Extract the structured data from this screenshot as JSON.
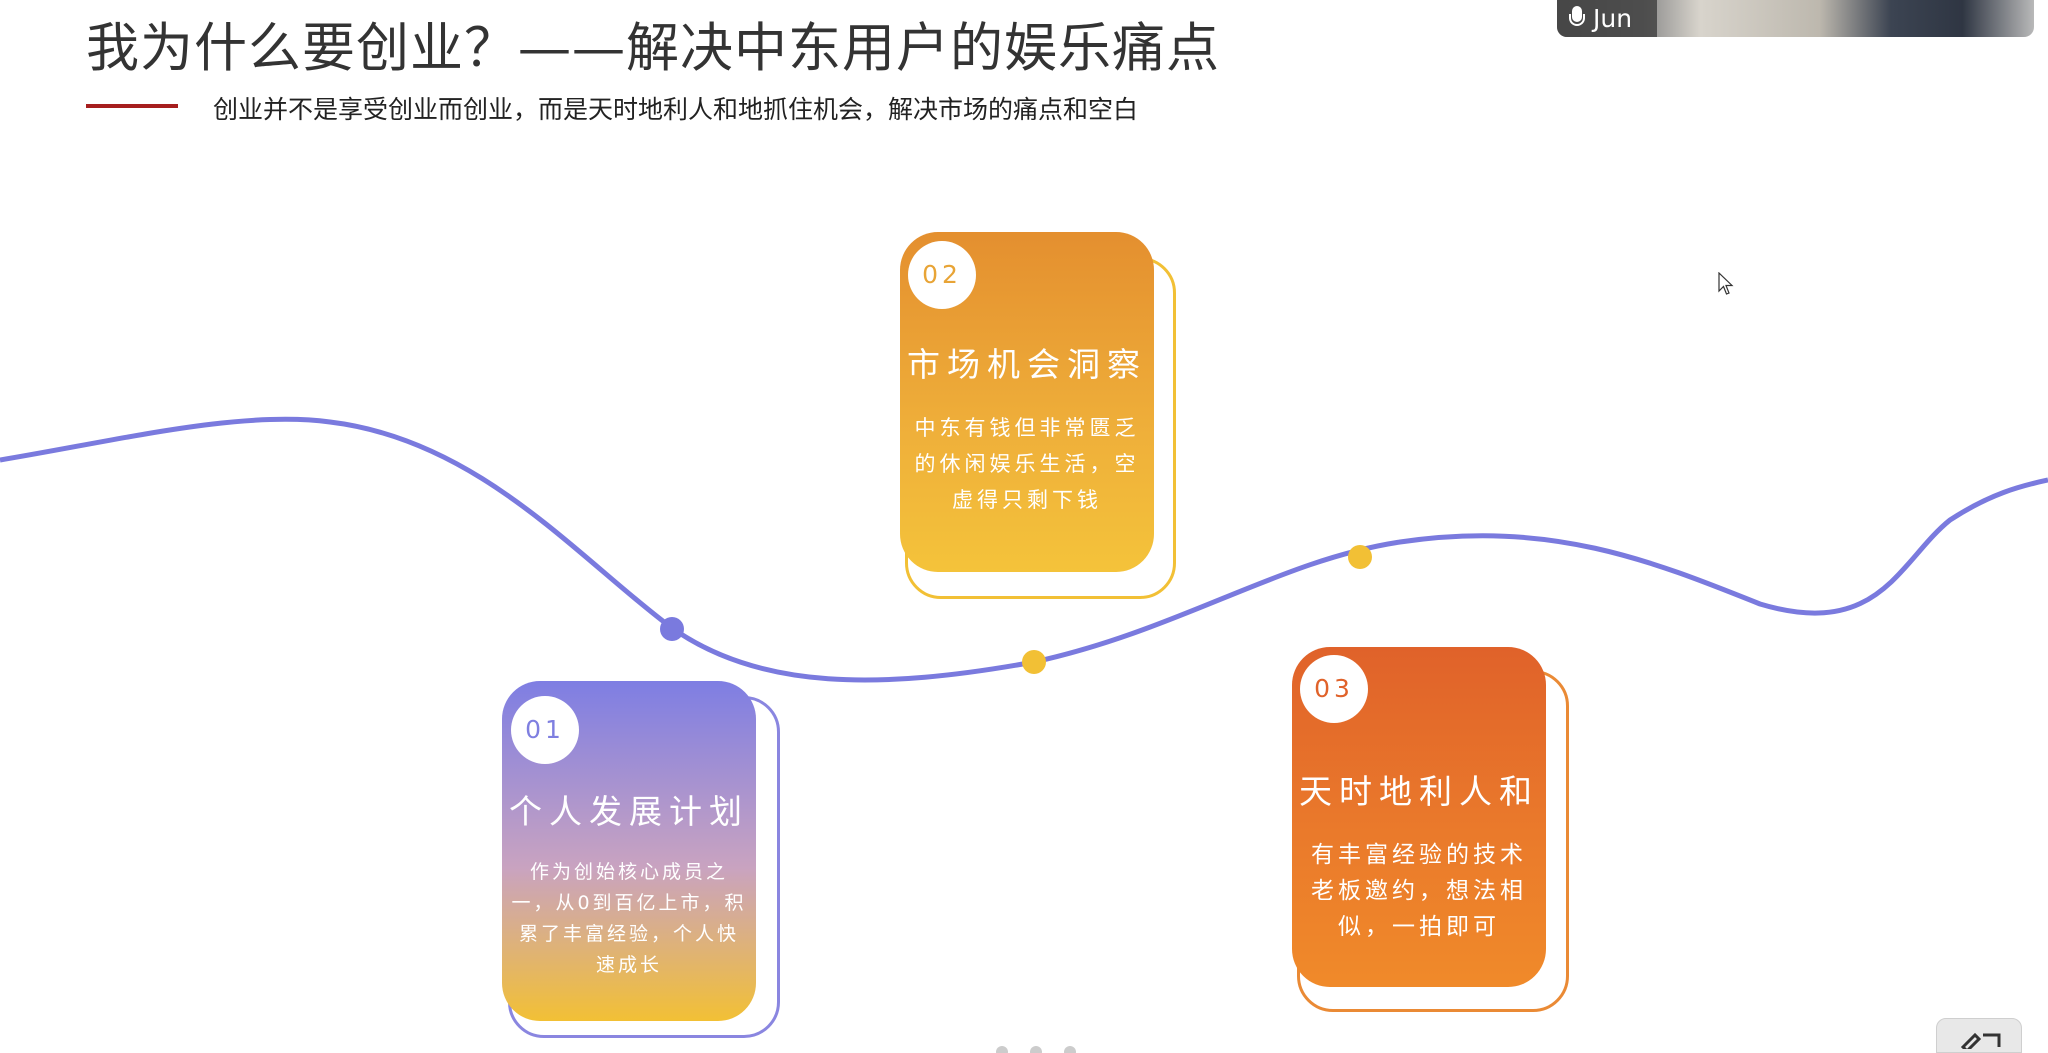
{
  "slide": {
    "title": "我为什么要创业？——解决中东用户的娱乐痛点",
    "subtitle": "创业并不是享受创业而创业，而是天时地利人和地抓住机会，解决市场的痛点和空白"
  },
  "cards": [
    {
      "number": "01",
      "title": "个人发展计划",
      "body": "作为创始核心成员之一，从0到百亿上市，积累了丰富经验，个人快速成长",
      "accent": "#7f7fe0"
    },
    {
      "number": "02",
      "title": "市场机会洞察",
      "body": "中东有钱但非常匮乏的休闲娱乐生活，空虚得只剩下钱",
      "accent": "#f2c035"
    },
    {
      "number": "03",
      "title": "天时地利人和",
      "body": "有丰富经验的技术老板邀约，想法相似，一拍即可",
      "accent": "#e8762b"
    }
  ],
  "video": {
    "participant_name": "Jun"
  },
  "colors": {
    "curve": "#7a7ade",
    "title_rule": "#a61e1e",
    "dot_purple": "#7a7ade",
    "dot_yellow": "#f2c035"
  },
  "icons": {
    "mic": "microphone-icon",
    "cursor": "mouse-cursor-icon",
    "corner": "pen-edit-icon"
  }
}
